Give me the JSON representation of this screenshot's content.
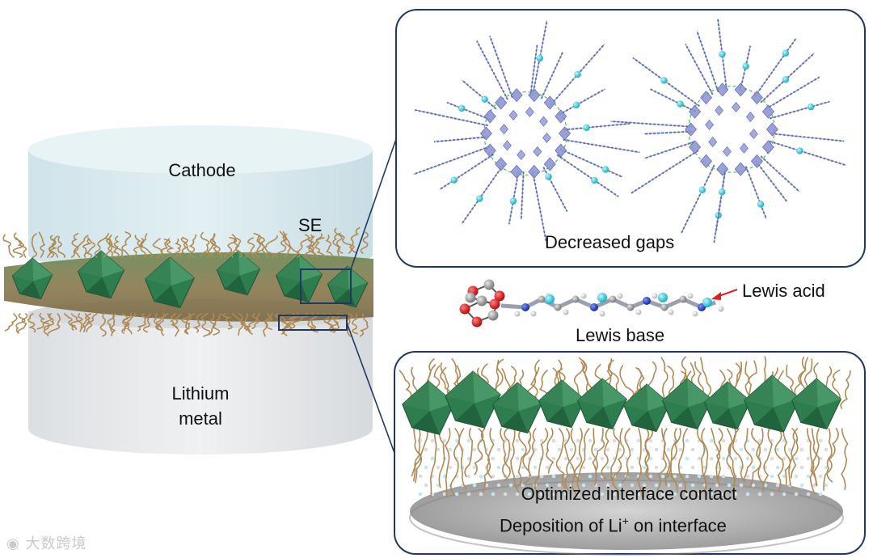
{
  "left_cylinder": {
    "cathode_label": "Cathode",
    "se_label": "SE",
    "anode_label_line1": "Lithium",
    "anode_label_line2": "metal"
  },
  "top_panel": {
    "caption": "Decreased gaps"
  },
  "molecule": {
    "lewis_acid_label": "Lewis acid",
    "lewis_base_label": "Lewis base"
  },
  "bottom_panel": {
    "caption_line1": "Optimized interface contact",
    "caption_line2_prefix": "Deposition of Li",
    "caption_line2_sup": "+",
    "caption_line2_suffix": " on interface"
  },
  "watermark": "大数跨境",
  "colors": {
    "panel_border": "#1f3864",
    "cathode_fill": "#d8e9ee",
    "anode_fill": "#e6e8ea",
    "polyhedron_green": "#2e7d4f",
    "ligand_tan": "#b08a55",
    "ion_cyan": "#30c8d8",
    "arrow_red": "#e02020",
    "oxygen_red": "#d42020",
    "nitrogen_blue": "#2040c0"
  }
}
